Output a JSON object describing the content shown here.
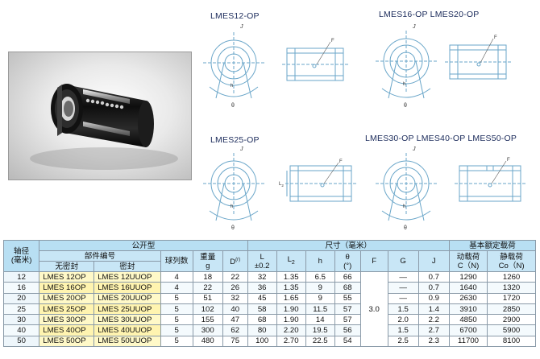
{
  "diagrams": {
    "lmes12": "LMES12-OP",
    "lmes16_20": "LMES16-OP  LMES20-OP",
    "lmes25": "LMES25-OP",
    "lmes30_50": "LMES30-OP  LMES40-OP LMES50-OP",
    "dim_labels": {
      "j": "J",
      "f": "F",
      "h": "h",
      "theta": "θ",
      "l2": "L",
      "l2_sub": "2"
    }
  },
  "table": {
    "headers": {
      "shaft": "轴径",
      "shaft_unit": "(毫米)",
      "metric": "公开型",
      "part_number": "部件编号",
      "unsealed": "无密封",
      "sealed": "密封",
      "balls": "球列数",
      "weight": "重量",
      "weight_unit": "g",
      "dimensions": "尺寸（毫米）",
      "d_col": "D",
      "d_sup": "(r)",
      "l_col": "L",
      "l_tol": "±0.2",
      "l2_col": "L",
      "l2_sub": "2",
      "h_col": "h",
      "theta_col": "θ",
      "theta_unit": "(°)",
      "f_col": "F",
      "g_col": "G",
      "j_col": "J",
      "load_rating": "基本额定载荷",
      "dynamic": "动载荷",
      "dynamic_unit": "C（N)",
      "static": "静载荷",
      "static_unit": "Co（N)"
    },
    "f_value": "3.0",
    "rows": [
      {
        "shaft": "12",
        "unsealed": "LMES 12OP",
        "sealed": "LMES 12UUOP",
        "balls": "4",
        "weight": "18",
        "d": "22",
        "l": "32",
        "l2": "1.35",
        "h": "6.5",
        "theta": "66",
        "g": "—",
        "j": "0.7",
        "c": "1290",
        "co": "1260"
      },
      {
        "shaft": "16",
        "unsealed": "LMES 16OP",
        "sealed": "LMES 16UUOP",
        "balls": "4",
        "weight": "22",
        "d": "26",
        "l": "36",
        "l2": "1.35",
        "h": "9",
        "theta": "68",
        "g": "—",
        "j": "0.7",
        "c": "1640",
        "co": "1320"
      },
      {
        "shaft": "20",
        "unsealed": "LMES 20OP",
        "sealed": "LMES 20UUOP",
        "balls": "5",
        "weight": "51",
        "d": "32",
        "l": "45",
        "l2": "1.65",
        "h": "9",
        "theta": "55",
        "g": "—",
        "j": "0.9",
        "c": "2630",
        "co": "1720"
      },
      {
        "shaft": "25",
        "unsealed": "LMES 25OP",
        "sealed": "LMES 25UUOP",
        "balls": "5",
        "weight": "102",
        "d": "40",
        "l": "58",
        "l2": "1.90",
        "h": "11.5",
        "theta": "57",
        "g": "1.5",
        "j": "1.4",
        "c": "3910",
        "co": "2850"
      },
      {
        "shaft": "30",
        "unsealed": "LMES 30OP",
        "sealed": "LMES 30UUOP",
        "balls": "5",
        "weight": "155",
        "d": "47",
        "l": "68",
        "l2": "1.90",
        "h": "14",
        "theta": "57",
        "g": "2.0",
        "j": "2.2",
        "c": "4850",
        "co": "2900"
      },
      {
        "shaft": "40",
        "unsealed": "LMES 40OP",
        "sealed": "LMES 40UUOP",
        "balls": "5",
        "weight": "300",
        "d": "62",
        "l": "80",
        "l2": "2.20",
        "h": "19.5",
        "theta": "56",
        "g": "1.5",
        "j": "2.7",
        "c": "6700",
        "co": "5900"
      },
      {
        "shaft": "50",
        "unsealed": "LMES 50OP",
        "sealed": "LMES 50UUOP",
        "balls": "5",
        "weight": "480",
        "d": "75",
        "l": "100",
        "l2": "2.70",
        "h": "22.5",
        "theta": "54",
        "g": "2.5",
        "j": "2.3",
        "c": "11700",
        "co": "8100"
      }
    ]
  }
}
